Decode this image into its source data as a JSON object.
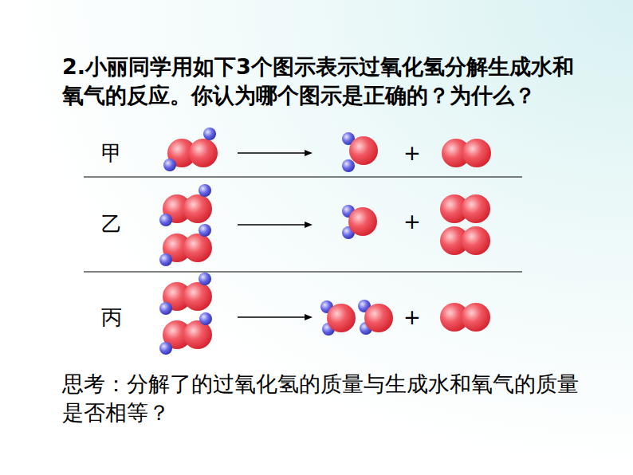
{
  "diagram": {
    "title": "2.小丽同学用如下3个图示表示过氧化氢分解生成水和氧气的反应。你认为哪个图示是正确的？为什么？",
    "caption": "思考：分解了的过氧化氢的质量与生成水和氧气的质量是否相等？",
    "labels": [
      "甲",
      "+",
      "乙",
      "+",
      "丙",
      "+"
    ]
  }
}
